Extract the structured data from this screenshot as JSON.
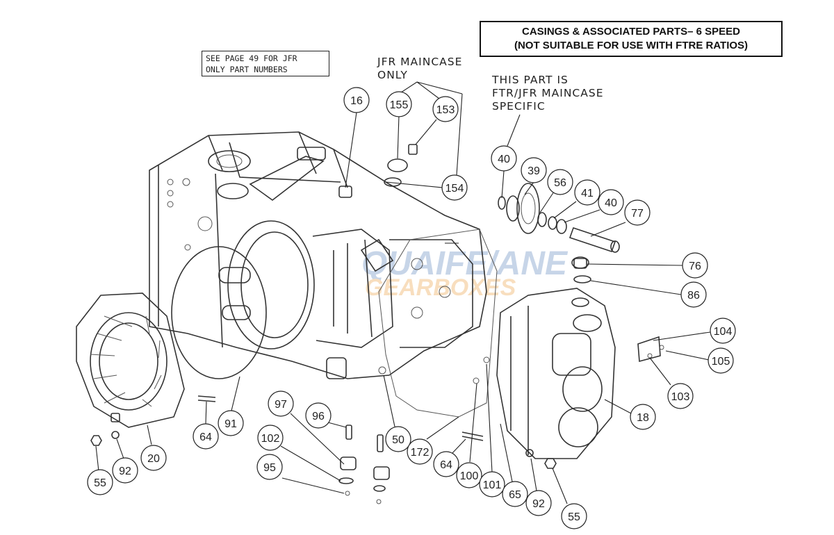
{
  "header": {
    "title_line1": "CASINGS & ASSOCIATED PARTS– 6 SPEED",
    "title_line2": "(NOT SUITABLE FOR USE WITH FTRE RATIOS)"
  },
  "notes": {
    "jfr_page_line1": "SEE PAGE 49 FOR JFR",
    "jfr_page_line2": "ONLY PART NUMBERS",
    "jfr_maincase_line1": "JFR MAINCASE",
    "jfr_maincase_line2": "ONLY",
    "specific_line1": "THIS PART IS",
    "specific_line2": "FTR/JFR MAINCASE",
    "specific_line3": "SPECIFIC"
  },
  "watermark": {
    "line1": "QUAIFE/ANE",
    "line2": "GEARBOXES"
  },
  "colors": {
    "line": "#222222",
    "watermark_blue": "#9bb3d6",
    "watermark_orange": "#f3c48a"
  },
  "callouts": [
    "16",
    "155",
    "153",
    "154",
    "40",
    "39",
    "56",
    "41",
    "40",
    "77",
    "76",
    "86",
    "104",
    "105",
    "103",
    "18",
    "64",
    "91",
    "20",
    "92",
    "55",
    "97",
    "96",
    "102",
    "95",
    "50",
    "172",
    "64",
    "100",
    "101",
    "65",
    "92",
    "55"
  ]
}
